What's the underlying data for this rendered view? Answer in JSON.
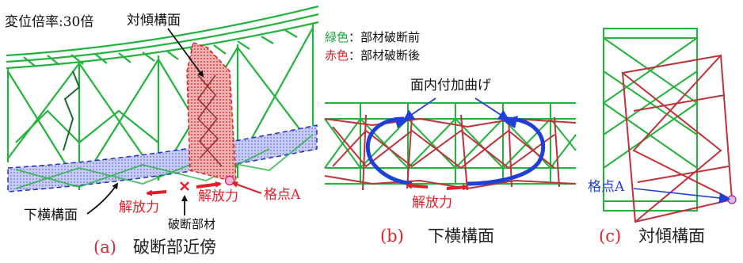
{
  "panel_a": {
    "scale_label": "変位倍率:30倍",
    "sway_plane_label": "対傾構面",
    "release_force_1": "解放力",
    "release_force_2": "解放力",
    "node_a": "格点A",
    "lower_lateral_plane": "下横構面",
    "fractured_member": "破断部材",
    "caption_letter": "(a)",
    "caption_text": "破断部近傍"
  },
  "panel_b": {
    "legend_green_color": "緑色",
    "legend_green_desc": "：部材破断前",
    "legend_red_color": "赤色",
    "legend_red_desc": "：部材破断後",
    "in_plane_bending": "面内付加曲げ",
    "release_force": "解放力",
    "caption_letter": "(b)",
    "caption_text": "下横構面"
  },
  "panel_c": {
    "node_a": "格点A",
    "caption_letter": "(c)",
    "caption_text": "対傾構面"
  },
  "colors": {
    "green": "#22b43c",
    "red": "#c0313a",
    "blue": "#1f3fd8",
    "arrow_red": "#e3202a",
    "hatch_blue": "#7d85e0"
  }
}
